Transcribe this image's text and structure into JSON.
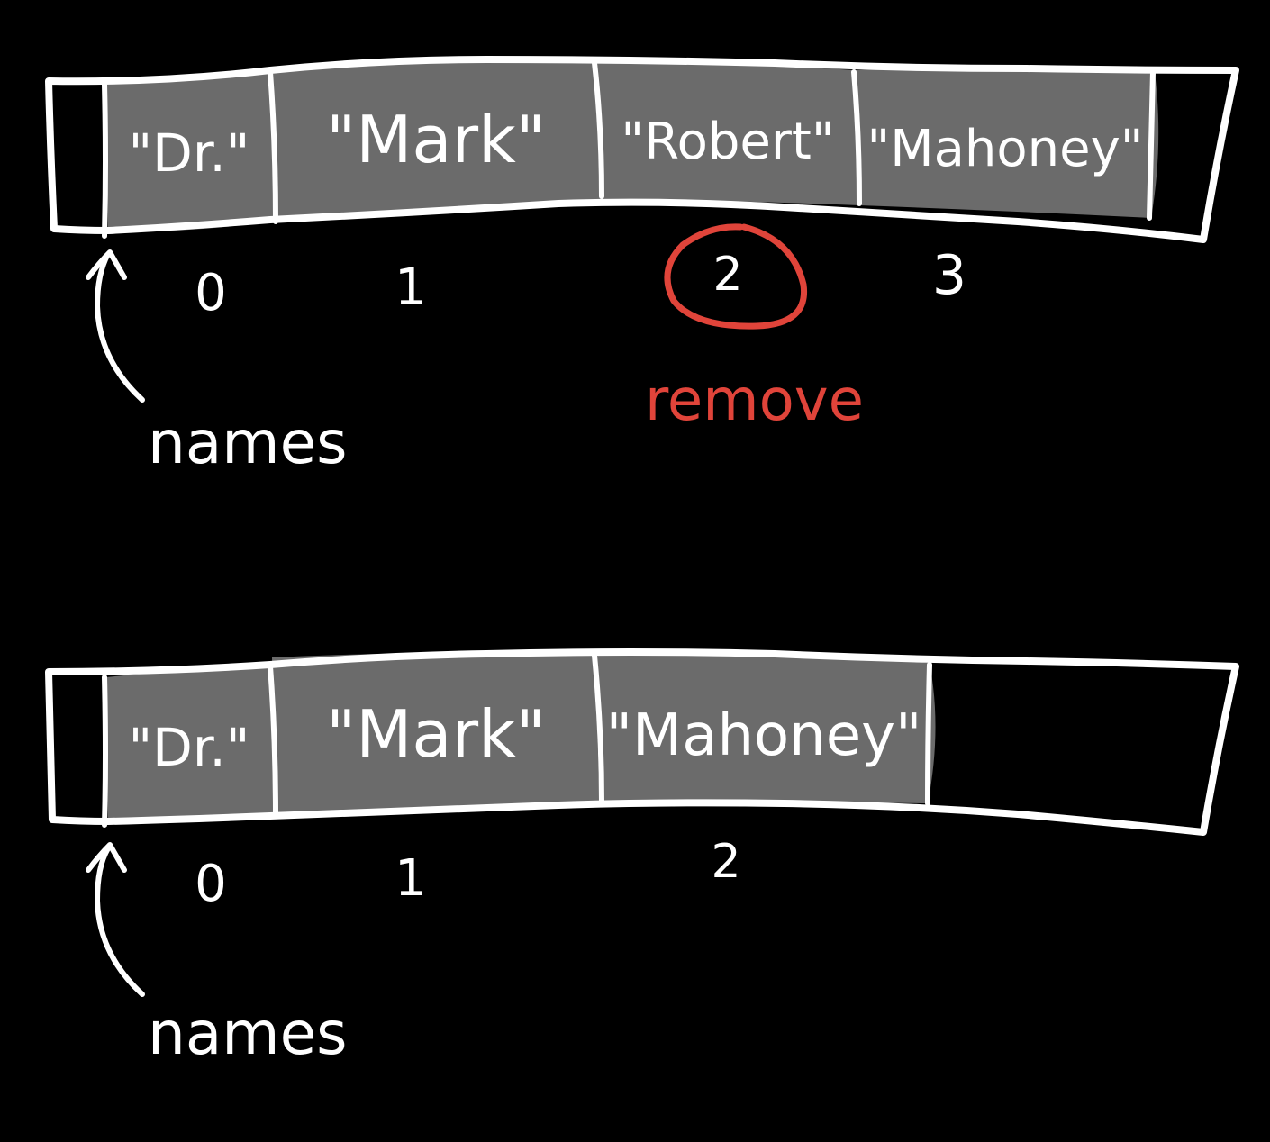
{
  "colors": {
    "background": "#000000",
    "ink": "#ffffff",
    "cell_fill": "#6b6b6b",
    "highlight": "#e0443a"
  },
  "before": {
    "cells": [
      "\"Dr.\"",
      "\"Mark\"",
      "\"Robert\"",
      "\"Mahoney\""
    ],
    "indices": [
      "0",
      "1",
      "2",
      "3"
    ],
    "pointer_label": "names",
    "annotation": "remove",
    "highlighted_index": 2
  },
  "after": {
    "cells": [
      "\"Dr.\"",
      "\"Mark\"",
      "\"Mahoney\""
    ],
    "indices": [
      "0",
      "1",
      "2"
    ],
    "pointer_label": "names"
  }
}
